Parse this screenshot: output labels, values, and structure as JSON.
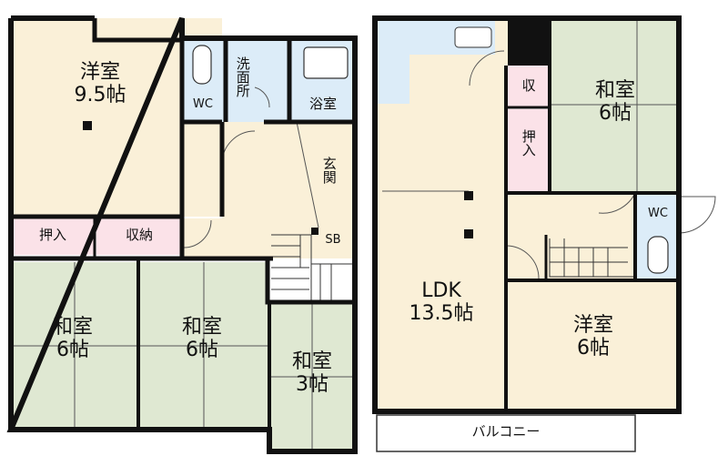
{
  "floor1": {
    "western_room": {
      "name": "洋室",
      "size": "9.5帖"
    },
    "wc": "WC",
    "washroom": "洗面所",
    "bathroom": "浴室",
    "entrance": "玄関",
    "shoe_box": "SB",
    "closet_oshiire": "押入",
    "storage": "収納",
    "japanese_room_left": {
      "name": "和室",
      "size": "6帖"
    },
    "japanese_room_middle": {
      "name": "和室",
      "size": "6帖"
    },
    "japanese_room_small": {
      "name": "和室",
      "size": "3帖"
    }
  },
  "floor2": {
    "ldk": {
      "name": "LDK",
      "size": "13.5帖"
    },
    "storage": "収",
    "closet_oshiire": "押入",
    "japanese_room": {
      "name": "和室",
      "size": "6帖"
    },
    "wc": "WC",
    "western_room": {
      "name": "洋室",
      "size": "6帖"
    },
    "balcony": "バルコニー"
  },
  "colors": {
    "tatami": "#dfe8d2",
    "wood_floor": "#faf0d8",
    "wet_area": "#dcecf8",
    "closet": "#fbe2e8",
    "wall": "#111111"
  }
}
